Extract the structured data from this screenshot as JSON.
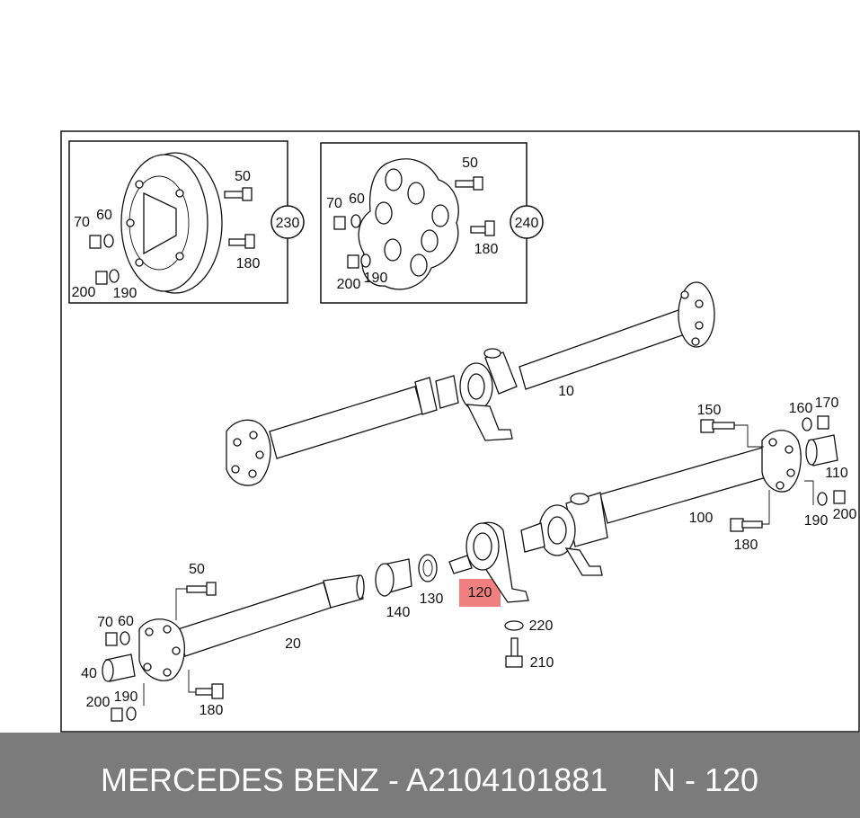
{
  "callouts": {
    "p10": "10",
    "p20": "20",
    "p40": "40",
    "p50_box1": "50",
    "p50_box2": "50",
    "p50_main": "50",
    "p60_box1": "60",
    "p60_box2": "60",
    "p60_main": "60",
    "p70_box1": "70",
    "p70_box2": "70",
    "p70_main": "70",
    "p100": "100",
    "p110": "110",
    "p120": "120",
    "p130": "130",
    "p140": "140",
    "p150": "150",
    "p160": "160",
    "p170": "170",
    "p180_box1": "180",
    "p180_box2": "180",
    "p180_right": "180",
    "p180_main": "180",
    "p190_box1": "190",
    "p190_box2": "190",
    "p190_right": "190",
    "p190_main": "190",
    "p200_box1": "200",
    "p200_box2": "200",
    "p200_right": "200",
    "p200_main": "200",
    "p210": "210",
    "p220": "220",
    "p230": "230",
    "p240": "240"
  },
  "highlight_color": "#f08080",
  "footer": {
    "brand_part": "MERCEDES BENZ - A2104101881",
    "reference": "N - 120"
  }
}
